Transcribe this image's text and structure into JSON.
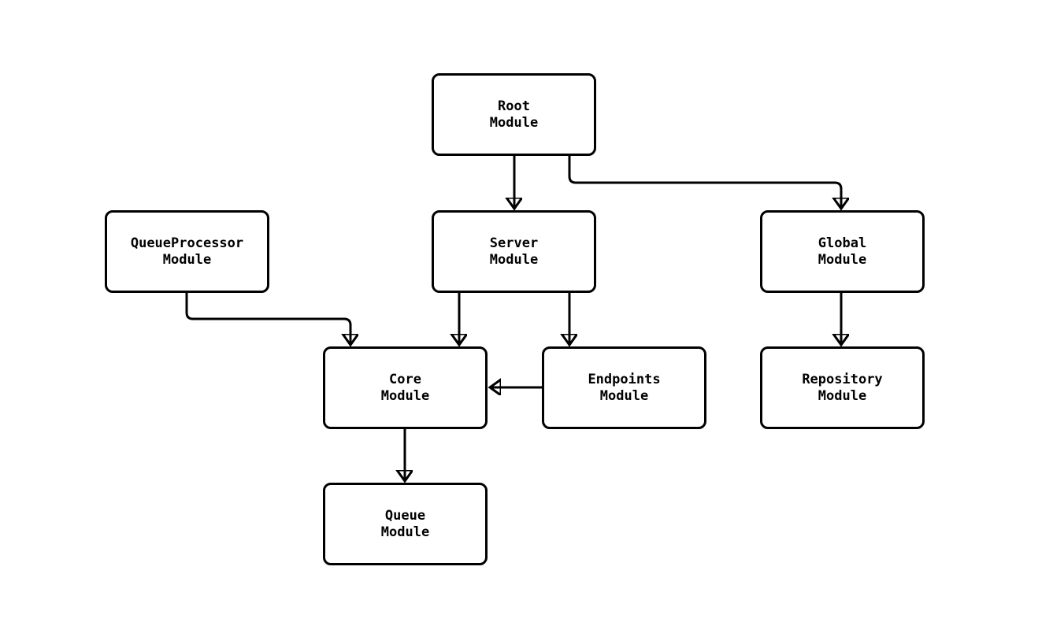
{
  "diagram": {
    "type": "module-dependency-flowchart",
    "background_color": "#ffffff",
    "line_color": "#000000",
    "node_fill_color": "#ffffff",
    "nodes": [
      {
        "id": "root",
        "label": "Root\nModule"
      },
      {
        "id": "queueprocessor",
        "label": "QueueProcessor\nModule"
      },
      {
        "id": "server",
        "label": "Server\nModule"
      },
      {
        "id": "global",
        "label": "Global\nModule"
      },
      {
        "id": "core",
        "label": "Core\nModule"
      },
      {
        "id": "endpoints",
        "label": "Endpoints\nModule"
      },
      {
        "id": "repository",
        "label": "Repository\nModule"
      },
      {
        "id": "queue",
        "label": "Queue\nModule"
      }
    ],
    "edges": [
      {
        "from": "Root Module",
        "to": "Server Module"
      },
      {
        "from": "Root Module",
        "to": "Global Module"
      },
      {
        "from": "QueueProcessor Module",
        "to": "Core Module"
      },
      {
        "from": "Server Module",
        "to": "Core Module"
      },
      {
        "from": "Server Module",
        "to": "Endpoints Module"
      },
      {
        "from": "Endpoints Module",
        "to": "Core Module"
      },
      {
        "from": "Global Module",
        "to": "Repository Module"
      },
      {
        "from": "Core Module",
        "to": "Queue Module"
      }
    ]
  }
}
